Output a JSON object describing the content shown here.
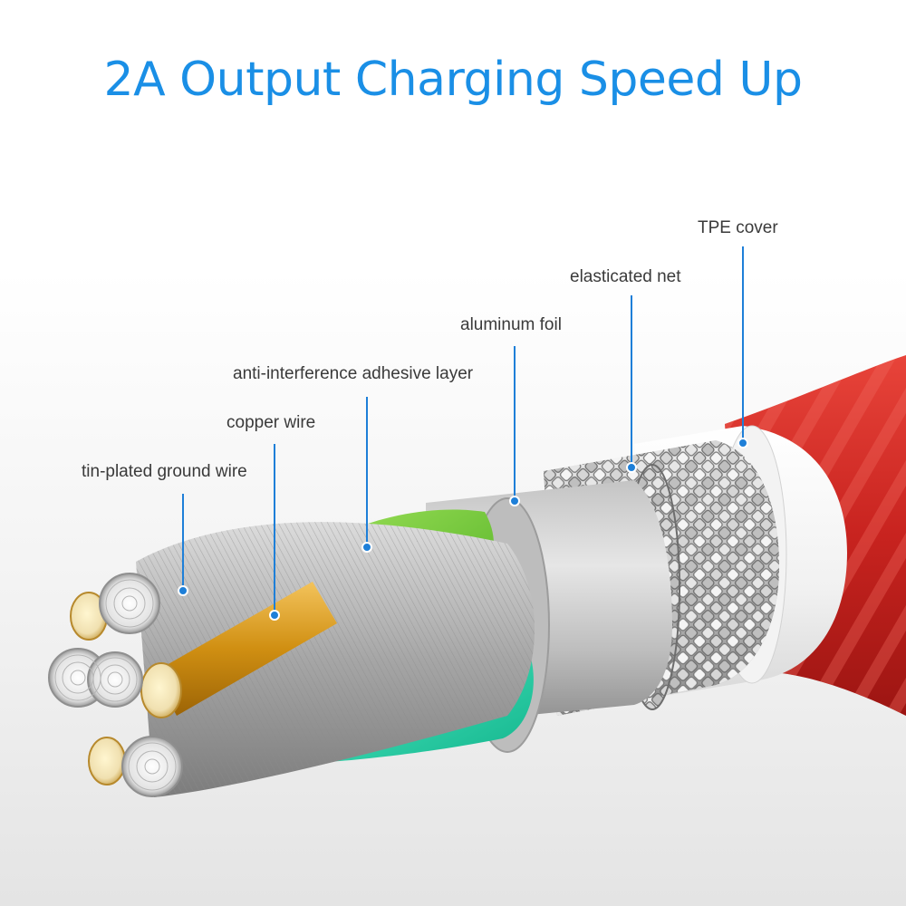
{
  "headline": {
    "text": "2A Output Charging Speed Up"
  },
  "colors": {
    "headline": "#1a8fe6",
    "callout_line": "#1e7fd8",
    "label_text": "#3a3a3a",
    "red_jacket": "#d42a25",
    "insulation_green": "#7cd23c",
    "insulation_teal": "#2fdcb3",
    "copper": "#d69a18",
    "foil": "#c8c8c8"
  },
  "callouts": [
    {
      "id": "tin-plated-ground-wire",
      "label": "tin-plated ground wire"
    },
    {
      "id": "copper-wire",
      "label": "copper wire"
    },
    {
      "id": "anti-interference-adhesive-layer",
      "label": "anti-interference adhesive layer"
    },
    {
      "id": "aluminum-foil",
      "label": "aluminum foil"
    },
    {
      "id": "elasticated-net",
      "label": "elasticated net"
    },
    {
      "id": "tpe-cover",
      "label": "TPE cover"
    }
  ]
}
